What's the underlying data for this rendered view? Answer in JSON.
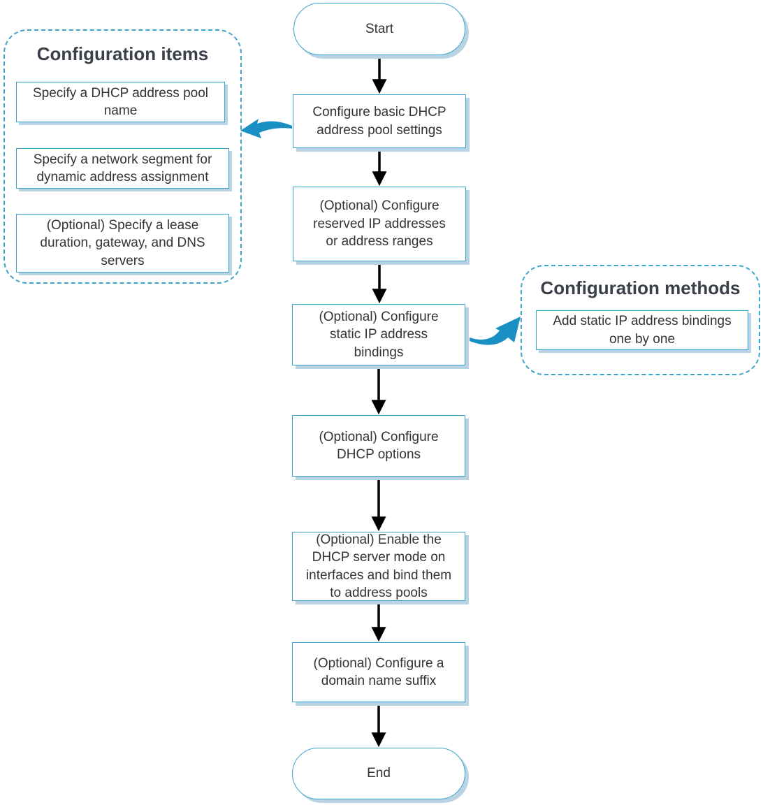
{
  "flow": {
    "start": "Start",
    "step1": "Configure basic DHCP\naddress pool settings",
    "step2": "(Optional) Configure\nreserved IP addresses\nor address ranges",
    "step3": "(Optional) Configure\nstatic IP address\nbindings",
    "step4": "(Optional) Configure\nDHCP options",
    "step5": "(Optional) Enable the\nDHCP server mode on\ninterfaces and bind them\nto address pools",
    "step6": "(Optional) Configure a\ndomain name suffix",
    "end": "End"
  },
  "config_items": {
    "title": "Configuration items",
    "items": [
      "Specify a DHCP address pool\nname",
      "Specify a network segment for\ndynamic address assignment",
      "(Optional) Specify a lease\nduration, gateway, and DNS\nservers"
    ]
  },
  "config_methods": {
    "title": "Configuration methods",
    "items": [
      "Add static IP address bindings\none by one"
    ]
  },
  "colors": {
    "border": "#3aa4cc",
    "shadow": "#b9d3e2",
    "callout_arrow": "#1a8fc4",
    "flow_arrow": "#000000"
  }
}
